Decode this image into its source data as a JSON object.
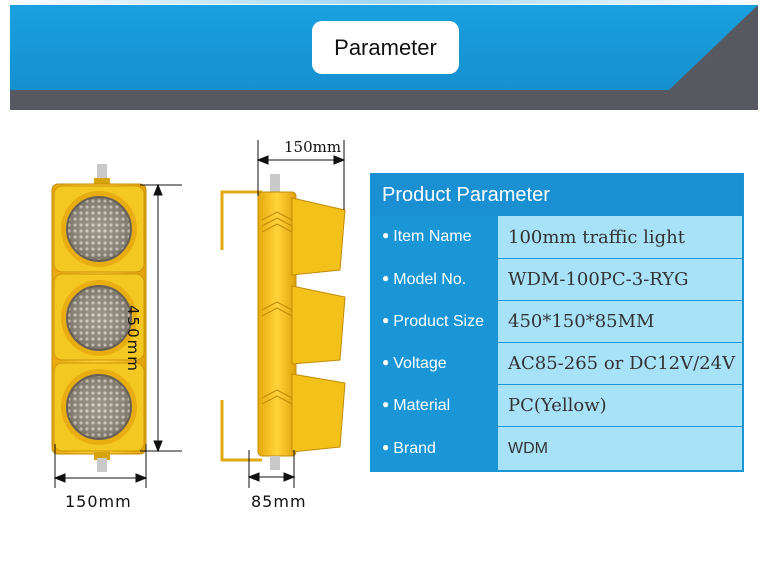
{
  "banner": {
    "title": "Parameter"
  },
  "dimensions": {
    "front_height": "450mm",
    "front_width": "150mm",
    "side_top_width": "150mm",
    "side_depth": "85mm"
  },
  "table": {
    "header": "Product Parameter",
    "rows": [
      {
        "label": "Item Name",
        "value": "100mm traffic light"
      },
      {
        "label": "Model No.",
        "value": "WDM-100PC-3-RYG"
      },
      {
        "label": "Product Size",
        "value": "450*150*85MM"
      },
      {
        "label": "Voltage",
        "value": "AC85-265 or DC12V/24V"
      },
      {
        "label": "Material",
        "value": "PC(Yellow)"
      },
      {
        "label": "Brand",
        "value": "WDM"
      }
    ]
  },
  "colors": {
    "banner_blue": "#1a9ee0",
    "banner_gray": "#565a60",
    "table_blue": "#1a95d6",
    "table_value_bg": "#a8e2f8",
    "housing_yellow": "#f2c21a"
  }
}
